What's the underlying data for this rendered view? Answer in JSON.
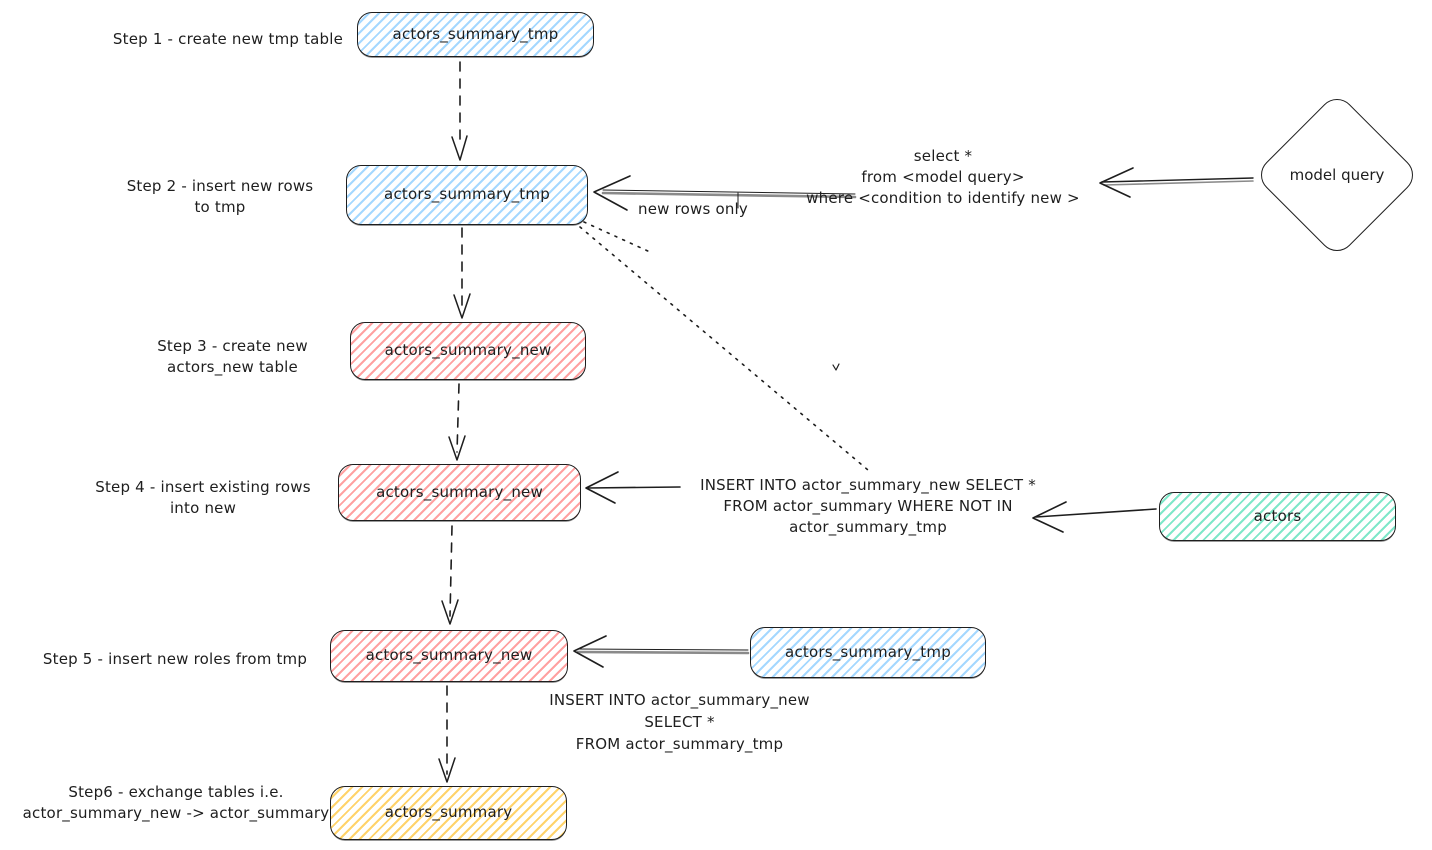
{
  "colors": {
    "stroke": "#1e1e1e",
    "blue": "#a5d8ff",
    "red": "#ffa1a1",
    "teal": "#7fe7c9",
    "yellow": "#ffd36b"
  },
  "steps": [
    {
      "label": "Step 1 - create new tmp table",
      "node": "actors_summary_tmp"
    },
    {
      "label": "Step 2 - insert new rows\nto tmp",
      "node": "actors_summary_tmp"
    },
    {
      "label": "Step 3 - create new\nactors_new table",
      "node": "actors_summary_new"
    },
    {
      "label": "Step 4 - insert existing rows\ninto new",
      "node": "actors_summary_new"
    },
    {
      "label": "Step 5 - insert new roles from tmp",
      "node": "actors_summary_new"
    },
    {
      "label": "Step6 - exchange tables i.e.\nactor_summary_new -> actor_summary",
      "node": "actors_summary"
    }
  ],
  "side_nodes": {
    "model_query": "model query",
    "actors": "actors",
    "tmp_source": "actors_summary_tmp"
  },
  "annotations": {
    "new_rows_only": "new rows only",
    "select_query": "select *\nfrom <model query>\nwhere <condition to identify new >",
    "insert_existing": "INSERT INTO actor_summary_new SELECT *\nFROM actor_summary WHERE NOT IN\nactor_summary_tmp",
    "insert_from_tmp": "INSERT INTO actor_summary_new\nSELECT *\nFROM actor_summary_tmp"
  }
}
